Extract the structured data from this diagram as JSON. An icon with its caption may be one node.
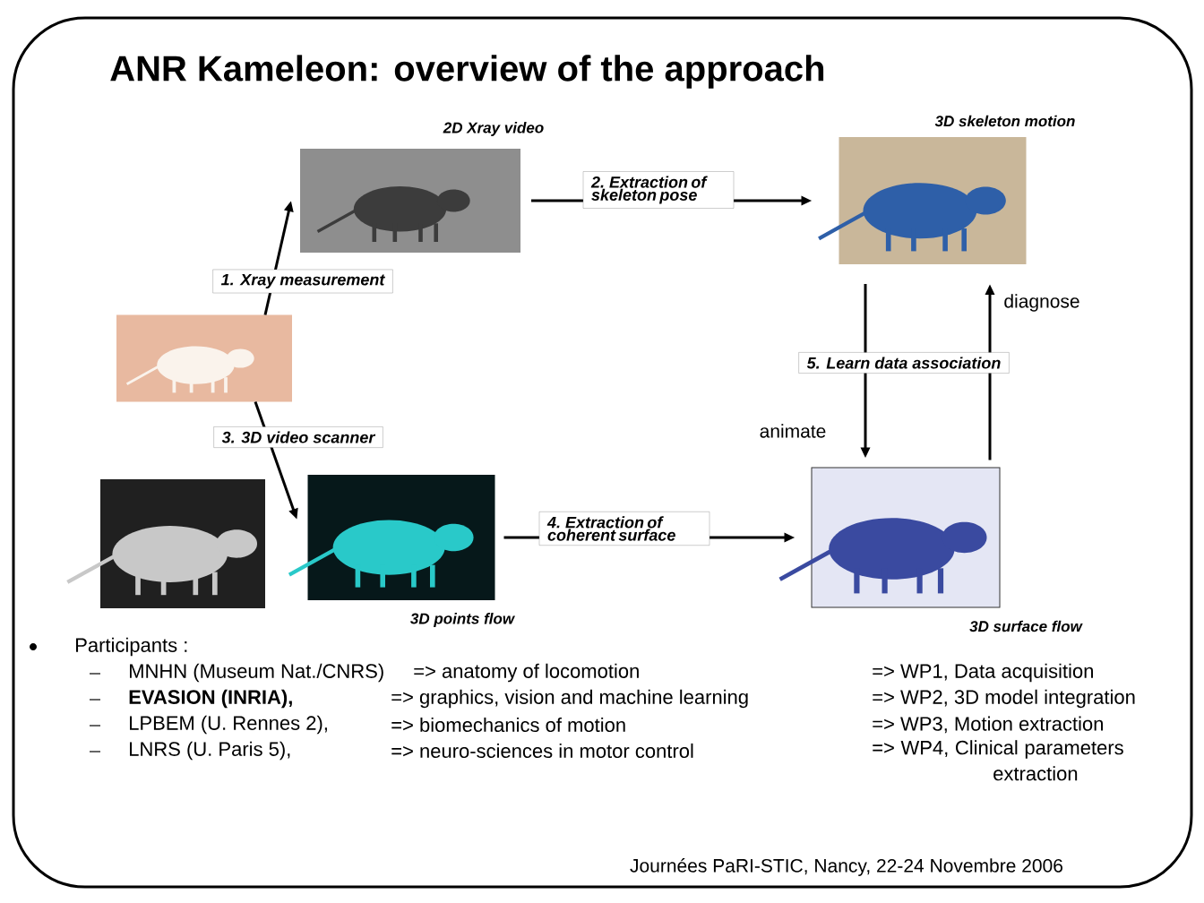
{
  "diagram": {
    "title": "ANR Kameleon: overview of the approach",
    "nodes": [
      {
        "text": [],
        "shape": "picture"
      },
      {
        "text": [],
        "shape": "picture",
        "beside": [
          "2D Xray video"
        ]
      },
      {
        "text": [],
        "shape": "picture",
        "beside": [
          "3D skeleton motion"
        ]
      },
      {
        "text": [],
        "shape": "picture"
      },
      {
        "text": [],
        "shape": "picture",
        "beside": [
          "3D points flow"
        ]
      },
      {
        "text": [],
        "shape": "picture",
        "beside": [
          "3D surface flow"
        ]
      }
    ],
    "edges": [
      {
        "from": 0,
        "to": 1,
        "arrow": "to",
        "label": "1. Xray measurement"
      },
      {
        "from": 1,
        "to": 2,
        "arrow": "to",
        "label": "2. Extraction of skeleton pose"
      },
      {
        "from": 0,
        "to": 4,
        "arrow": "to",
        "label": "3. 3D video scanner"
      },
      {
        "from": 4,
        "to": 5,
        "arrow": "to",
        "label": "4. Extraction of coherent surface"
      },
      {
        "from": 2,
        "to": 5,
        "arrow": "to",
        "label": "animate"
      },
      {
        "from": 5,
        "to": 2,
        "arrow": "to",
        "label": "diagnose"
      }
    ],
    "labels": [
      "5. Learn data association",
      "Participants :",
      "MNHN (Museum Nat./CNRS)",
      "=> anatomy of locomotion",
      "=> WP1, Data acquisition",
      "EVASION (INRIA),",
      "=> graphics, vision and machine learning",
      "=> WP2, 3D model integration",
      "LPBEM (U. Rennes 2),",
      "=> biomechanics of motion",
      "=> WP3, Motion extraction",
      "LNRS (U. Paris 5),",
      "=> neuro-sciences in motor control",
      "=> WP4, Clinical parameters extraction",
      "Journées PaRI-STIC, Nancy, 22-24 Novembre 2006"
    ]
  }
}
